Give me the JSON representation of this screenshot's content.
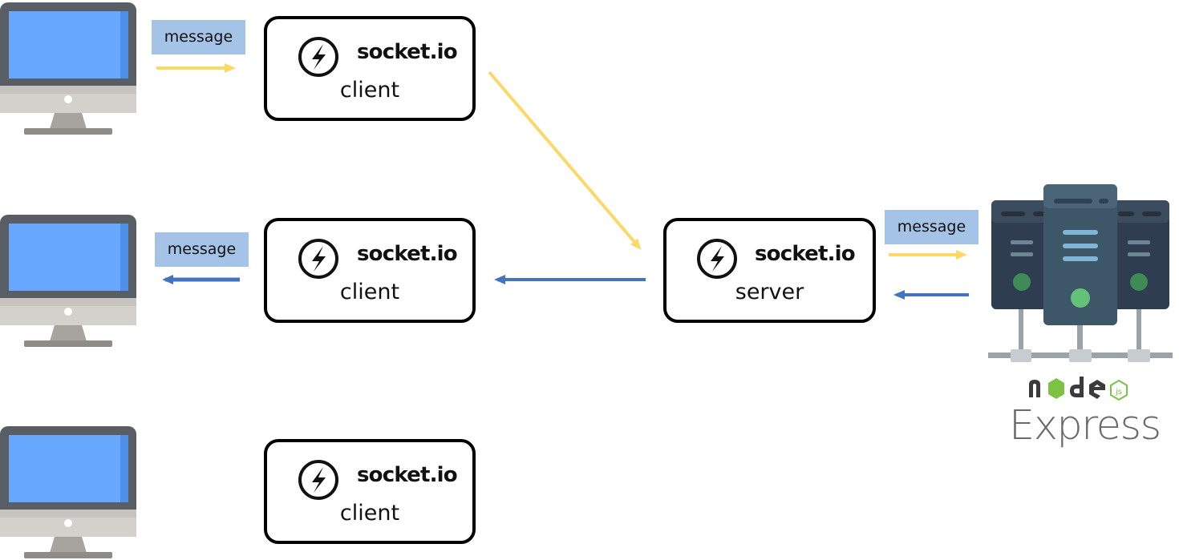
{
  "message_labels": {
    "client1_to_socket": "message",
    "socket_to_client2": "message",
    "server_to_node": "message"
  },
  "socket_boxes": [
    {
      "brand": "socket.io",
      "role": "client"
    },
    {
      "brand": "socket.io",
      "role": "client"
    },
    {
      "brand": "socket.io",
      "role": "client"
    },
    {
      "brand": "socket.io",
      "role": "server"
    }
  ],
  "server_stack": {
    "node_logo_letters": [
      "n",
      "o",
      "d",
      "e",
      "js"
    ],
    "express_label": "Express"
  },
  "colors": {
    "send_arrow": "#fcd868",
    "receive_arrow": "#4474c0",
    "message_tag": "#a4c3e6",
    "monitor_screen": "#66a6ff",
    "server_body": "#364a5e",
    "node_green": "#7cc243"
  },
  "icons": [
    "desktop-computer-icon",
    "socket-io-logo-icon",
    "server-rack-icon",
    "nodejs-logo"
  ]
}
